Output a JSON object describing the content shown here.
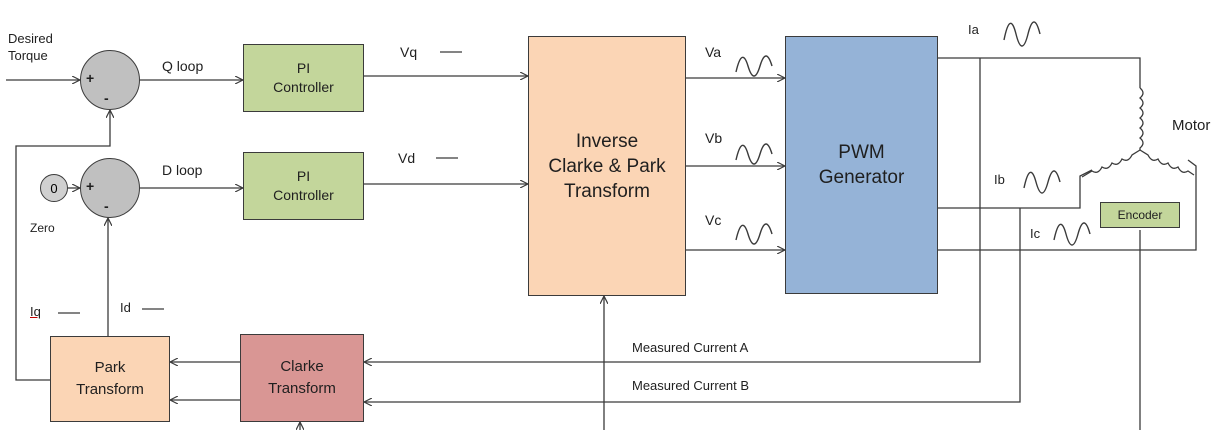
{
  "inputs": {
    "desired_torque": "Desired\nTorque",
    "zero_value": "0",
    "zero_label": "Zero"
  },
  "loops": {
    "q_loop": "Q loop",
    "d_loop": "D loop"
  },
  "signs": {
    "plus": "+",
    "minus": "-"
  },
  "blocks": {
    "pi_controller_q": "PI\nController",
    "pi_controller_d": "PI\nController",
    "inverse_transform": "Inverse\nClarke & Park\nTransform",
    "pwm_generator": "PWM\nGenerator",
    "park_transform": "Park\nTransform",
    "clarke_transform": "Clarke\nTransform",
    "encoder": "Encoder",
    "motor": "Motor"
  },
  "signals": {
    "vq": "Vq",
    "vd": "Vd",
    "va": "Va",
    "vb": "Vb",
    "vc": "Vc",
    "ia": "Ia",
    "ib": "Ib",
    "ic": "Ic",
    "iq": "Iq",
    "id": "Id",
    "measured_current_a": "Measured Current A",
    "measured_current_b": "Measured Current B"
  },
  "colors": {
    "pi_green": "#c3d69b",
    "peach": "#fbd5b5",
    "pwm_blue": "#95b3d7",
    "clarke_rose": "#d99694",
    "summer_gray": "#c0c0c0",
    "line": "#3b3b3b"
  }
}
